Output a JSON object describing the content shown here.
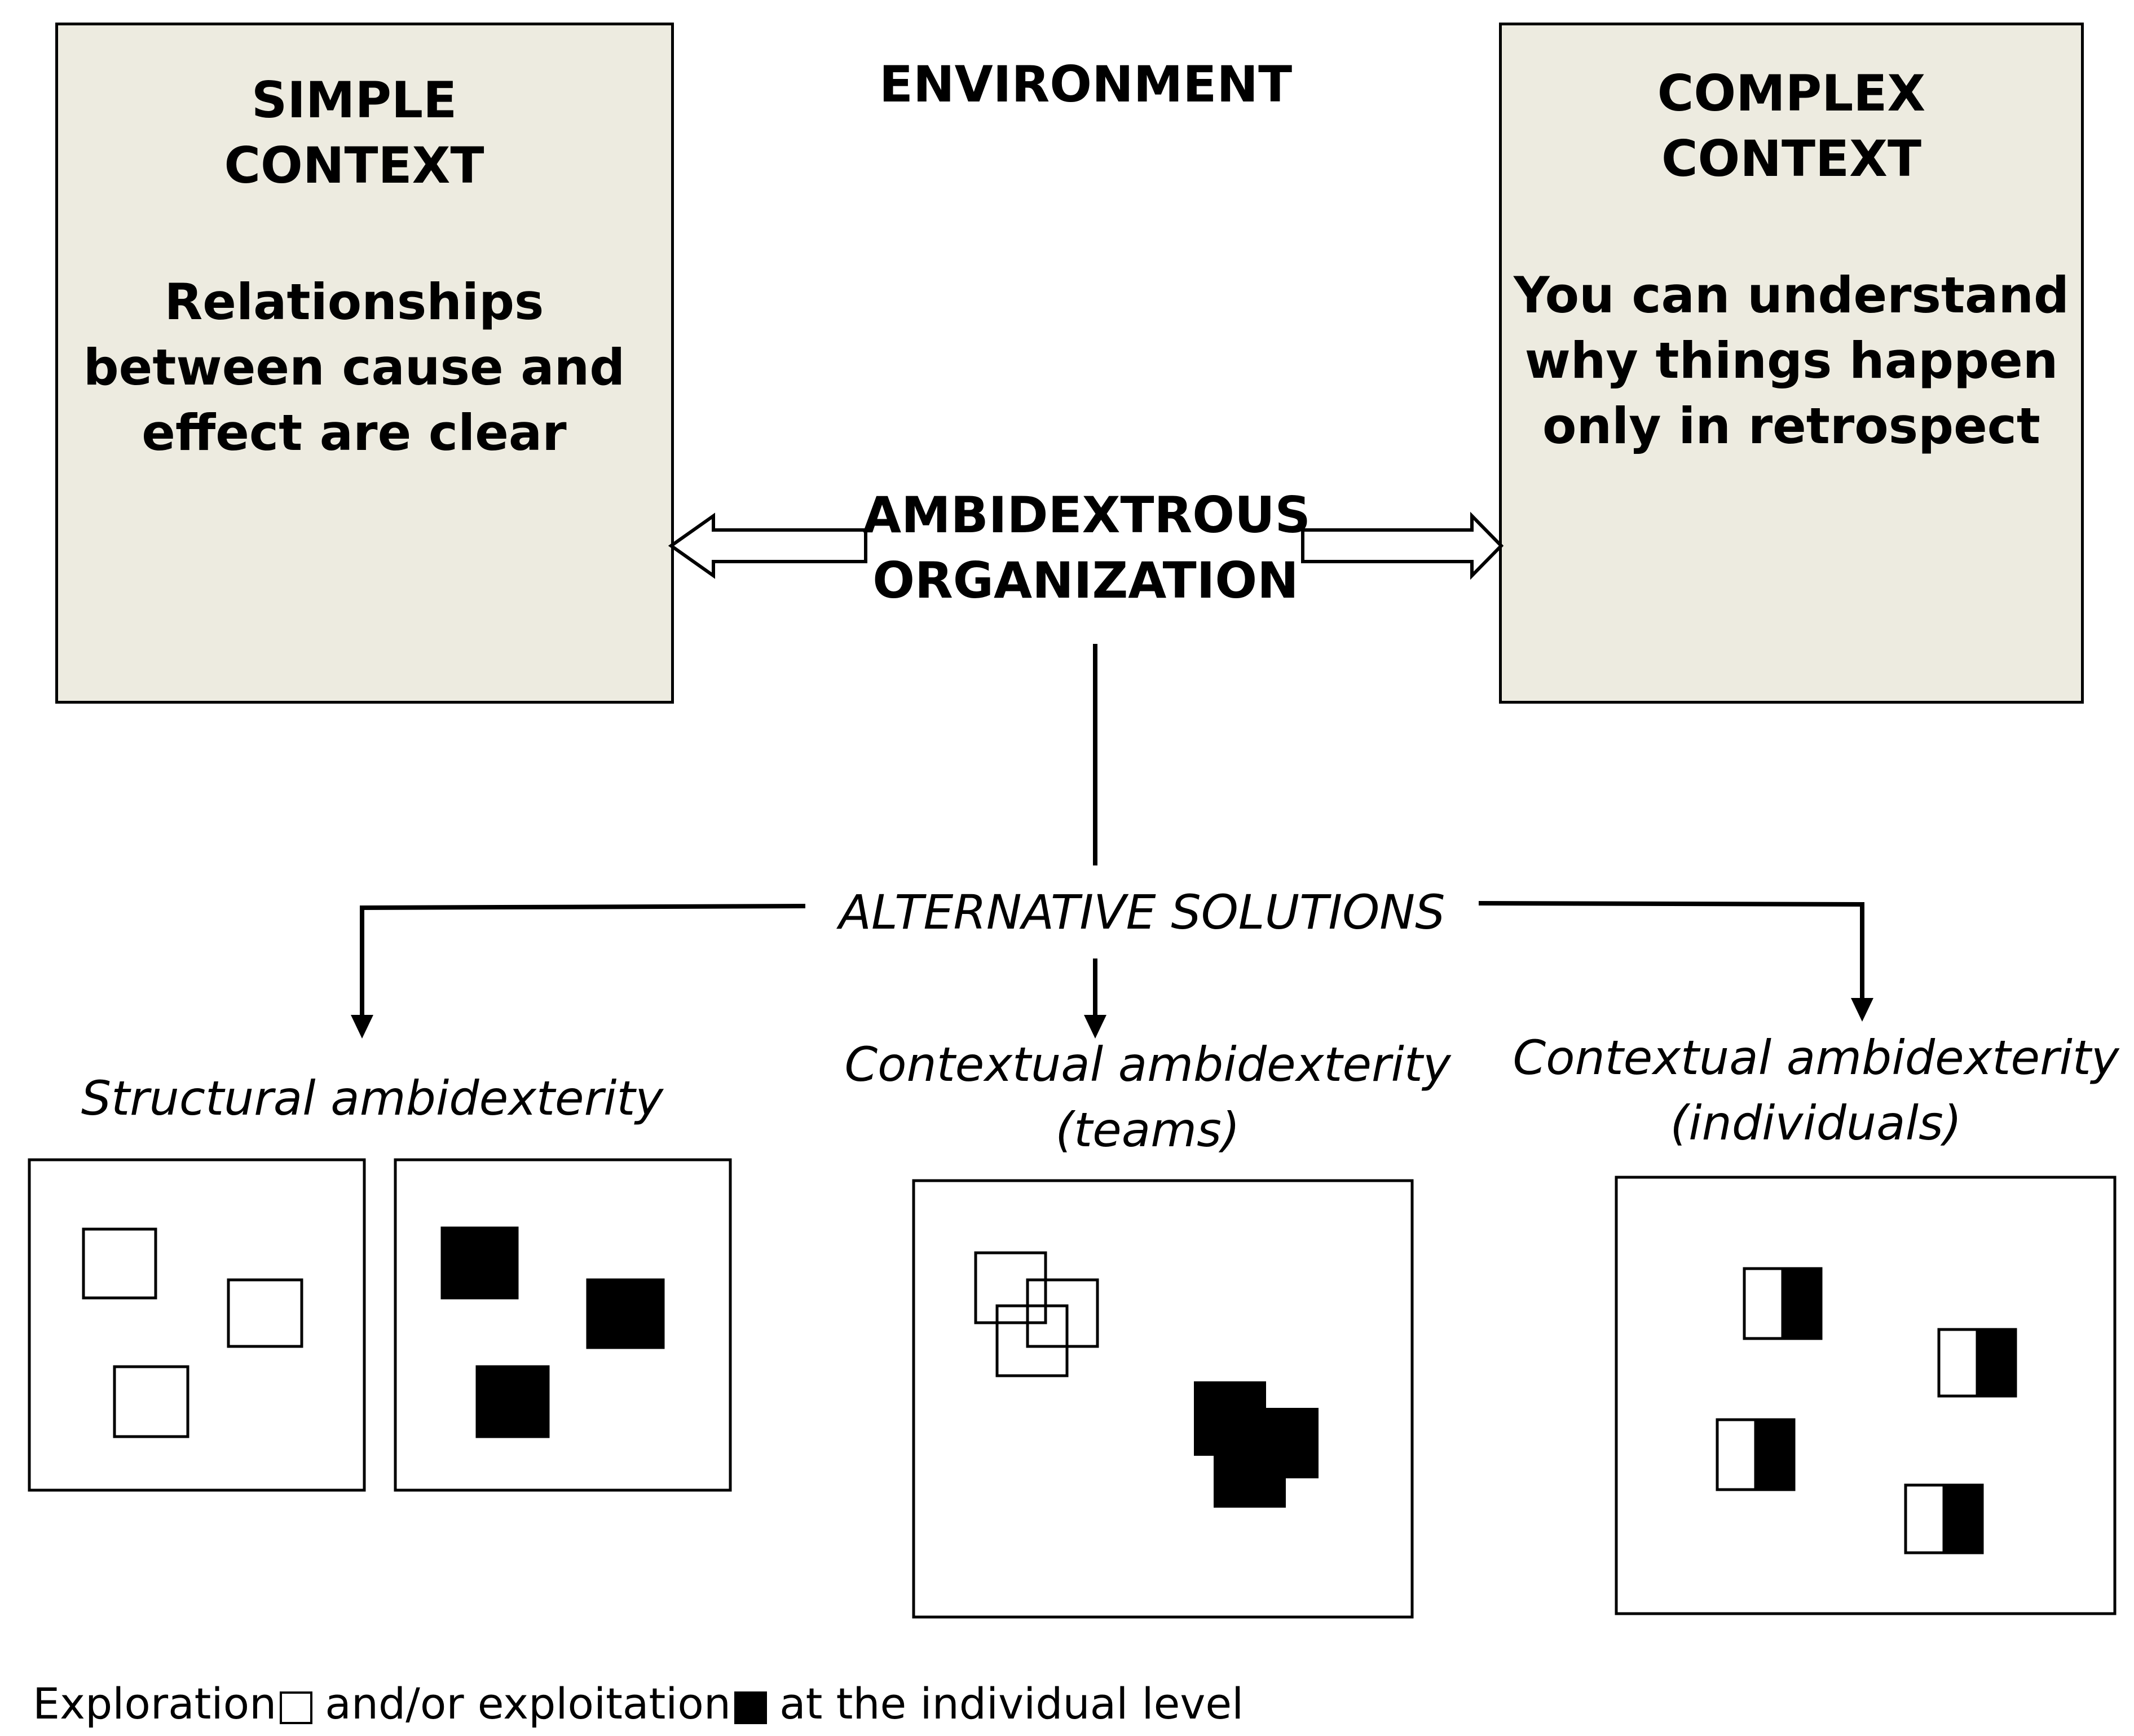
{
  "environment_title": "ENVIRONMENT",
  "simple_context": {
    "title_lines": [
      "SIMPLE",
      "CONTEXT"
    ],
    "description_lines": [
      "Relationships",
      "between cause and",
      "effect are clear"
    ]
  },
  "complex_context": {
    "title_lines": [
      "COMPLEX",
      "CONTEXT"
    ],
    "description_lines": [
      "You can understand",
      "why things happen",
      "only in retrospect"
    ]
  },
  "ambidextrous_organization": [
    "AMBIDEXTROUS",
    "ORGANIZATION"
  ],
  "alternative_solutions": "ALTERNATIVE SOLUTIONS",
  "solutions": {
    "structural": "Structural ambidexterity",
    "teams_lines": [
      "Contextual ambidexterity",
      "(teams)"
    ],
    "individuals_lines": [
      "Contextual ambidexterity",
      "(individuals)"
    ]
  },
  "legend": {
    "exploration": "Exploration",
    "and_or_exploitation": "and/or exploitation",
    "at_individual_level": "at the individual level"
  },
  "colors": {
    "context_box_fill": "#edebe0",
    "stroke": "#000000",
    "exploitation_fill": "#000000",
    "exploration_fill": "#ffffff"
  }
}
